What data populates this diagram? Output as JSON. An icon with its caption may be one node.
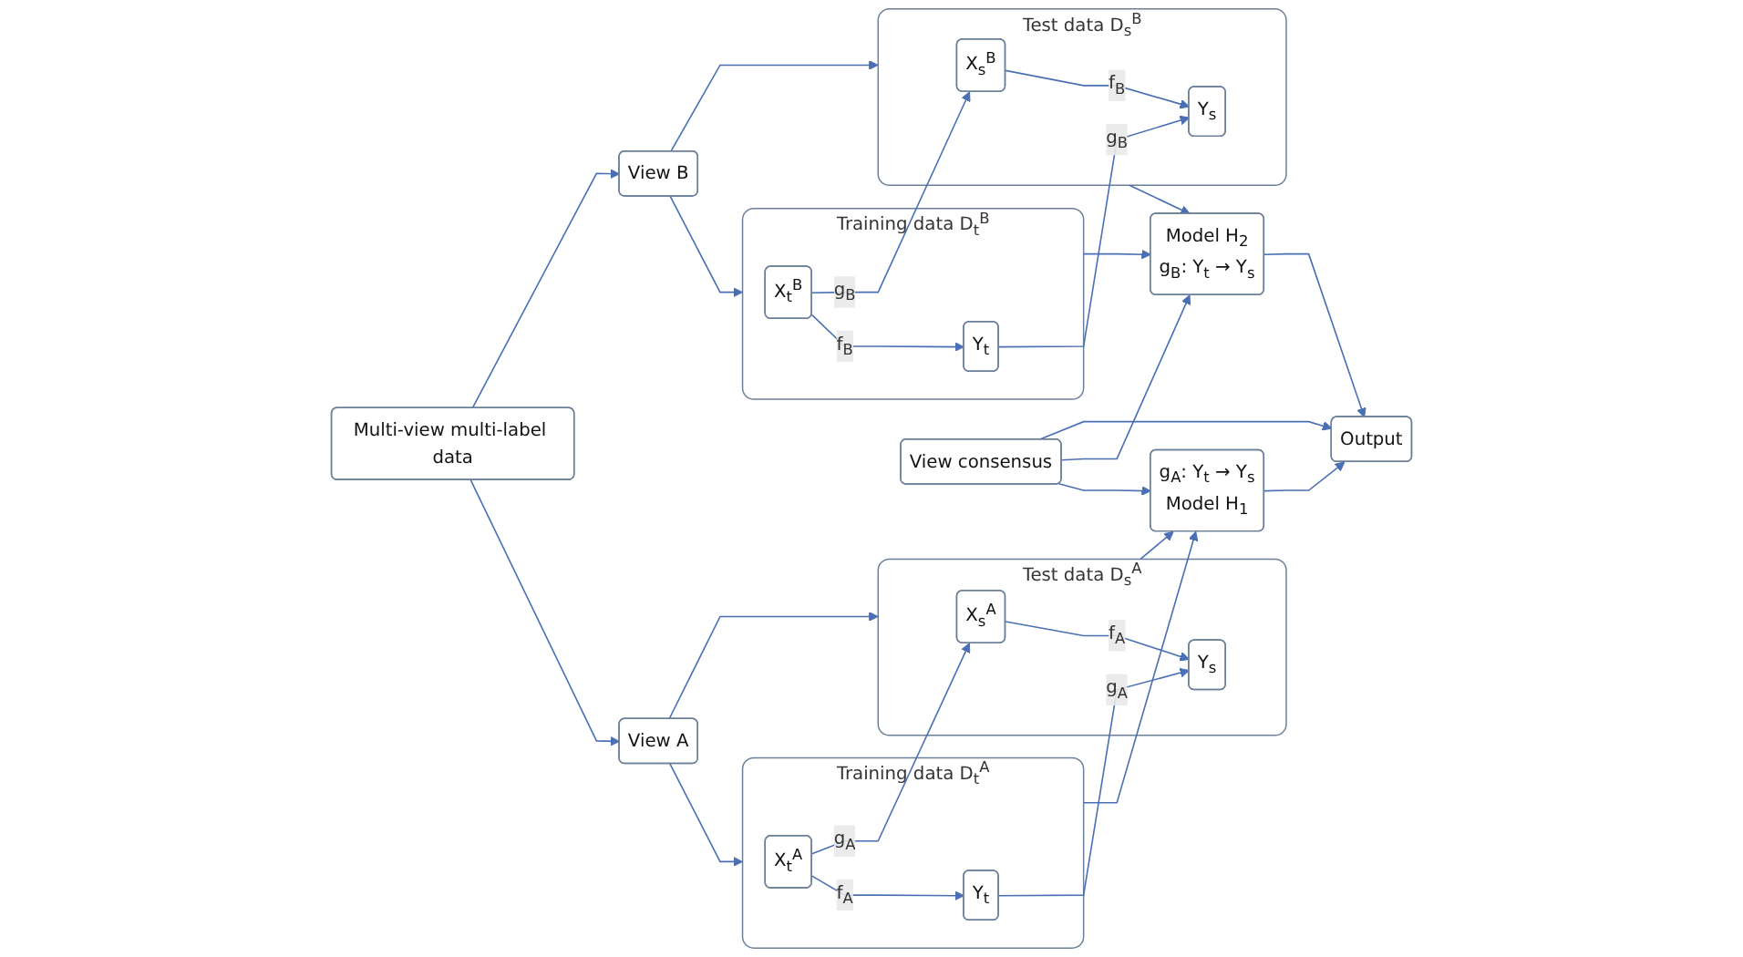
{
  "diagram": {
    "nodes": [
      {
        "text": [
          "Multi-view multi-label data"
        ]
      },
      {
        "text": [
          "View A"
        ]
      },
      {
        "text": [
          "Training data D$_{t}$$^{A}$"
        ]
      },
      {
        "text": [
          "X$_{t}$$^{A}$"
        ],
        "in": 2
      },
      {
        "text": [
          "Y$_{t}$"
        ],
        "in": 2
      },
      {
        "text": [
          "Test data D$_{s}$$^{A}$"
        ]
      },
      {
        "text": [
          "X$_{s}$$^{A}$"
        ],
        "in": 5
      },
      {
        "text": [
          "Y$_{s}$"
        ],
        "in": 5
      },
      {
        "text": [
          "g$_{A}$: Y$_{t}$ → Y$_{s}$",
          "Model  H$_{1}$"
        ]
      },
      {
        "text": [
          "View consensus"
        ]
      },
      {
        "text": [
          "Output"
        ]
      },
      {
        "text": [
          "View B"
        ]
      },
      {
        "text": [
          "Training data D$_{t}$$^{B}$"
        ]
      },
      {
        "text": [
          "X$_{t}$$^{B}$"
        ],
        "in": 12
      },
      {
        "text": [
          "Y$_{t}$"
        ],
        "in": 12
      },
      {
        "text": [
          "Test data D$_{s}$$^{B}$"
        ]
      },
      {
        "text": [
          "X$_{s}$$^{B}$"
        ],
        "in": 15
      },
      {
        "text": [
          "Y$_{s}$"
        ],
        "in": 15
      },
      {
        "text": [
          "Model H$_{2}$",
          "g$_{B}$: Y$_{t}$ → Y$_{s}$"
        ]
      }
    ],
    "edges": [
      {
        "from": 0,
        "to": 1,
        "arrow": "to"
      },
      {
        "from": 0,
        "to": 11,
        "arrow": "to"
      },
      {
        "from": 1,
        "to": 2,
        "arrow": "to"
      },
      {
        "from": 1,
        "to": 5,
        "arrow": "to"
      },
      {
        "from": 3,
        "to": 4,
        "arrow": "to",
        "label": "f$_{A}$"
      },
      {
        "from": 3,
        "to": 6,
        "arrow": "to",
        "label": "g$_{A}$"
      },
      {
        "from": 4,
        "to": 7,
        "arrow": "to",
        "label": "g$_{A}$"
      },
      {
        "from": 6,
        "to": 7,
        "arrow": "to",
        "label": "f$_{A}$"
      },
      {
        "from": 2,
        "to": 8,
        "arrow": "to"
      },
      {
        "from": 5,
        "to": 8,
        "arrow": "to"
      },
      {
        "from": 9,
        "to": 8,
        "arrow": "to"
      },
      {
        "from": 9,
        "to": 18,
        "arrow": "to"
      },
      {
        "from": 9,
        "to": 10,
        "arrow": "to"
      },
      {
        "from": 8,
        "to": 10,
        "arrow": "to"
      },
      {
        "from": 18,
        "to": 10,
        "arrow": "to"
      },
      {
        "from": 11,
        "to": 12,
        "arrow": "to"
      },
      {
        "from": 11,
        "to": 15,
        "arrow": "to"
      },
      {
        "from": 13,
        "to": 14,
        "arrow": "to",
        "label": "f$_{B}$"
      },
      {
        "from": 13,
        "to": 16,
        "arrow": "to",
        "label": "g$_{B}$"
      },
      {
        "from": 14,
        "to": 17,
        "arrow": "to",
        "label": "g$_{B}$"
      },
      {
        "from": 16,
        "to": 17,
        "arrow": "to",
        "label": "f$_{B}$"
      },
      {
        "from": 12,
        "to": 18,
        "arrow": "to"
      },
      {
        "from": 15,
        "to": 18,
        "arrow": "to"
      }
    ]
  }
}
